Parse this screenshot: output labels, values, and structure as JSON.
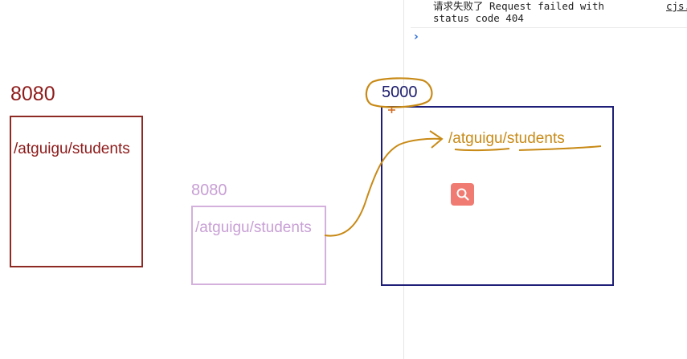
{
  "console": {
    "message": "请求失败了 Request failed with\nstatus code 404",
    "source_link": "cjs.",
    "prompt_symbol": "›"
  },
  "diagram": {
    "left_box": {
      "port": "8080",
      "path": "/atguigu/students"
    },
    "middle_box": {
      "port": "8080",
      "path": "/atguigu/students"
    },
    "right_box": {
      "port": "5000",
      "path": "/atguigu/students"
    }
  },
  "colors": {
    "left_box": "#8e2a24",
    "middle_box": "#d4b0dd",
    "right_box": "#1e1e78",
    "annotation": "#c88a16",
    "search_button": "#f07b72"
  },
  "icons": {
    "search_button": "magnifier-icon",
    "console_prompt": "chevron-right-icon"
  }
}
